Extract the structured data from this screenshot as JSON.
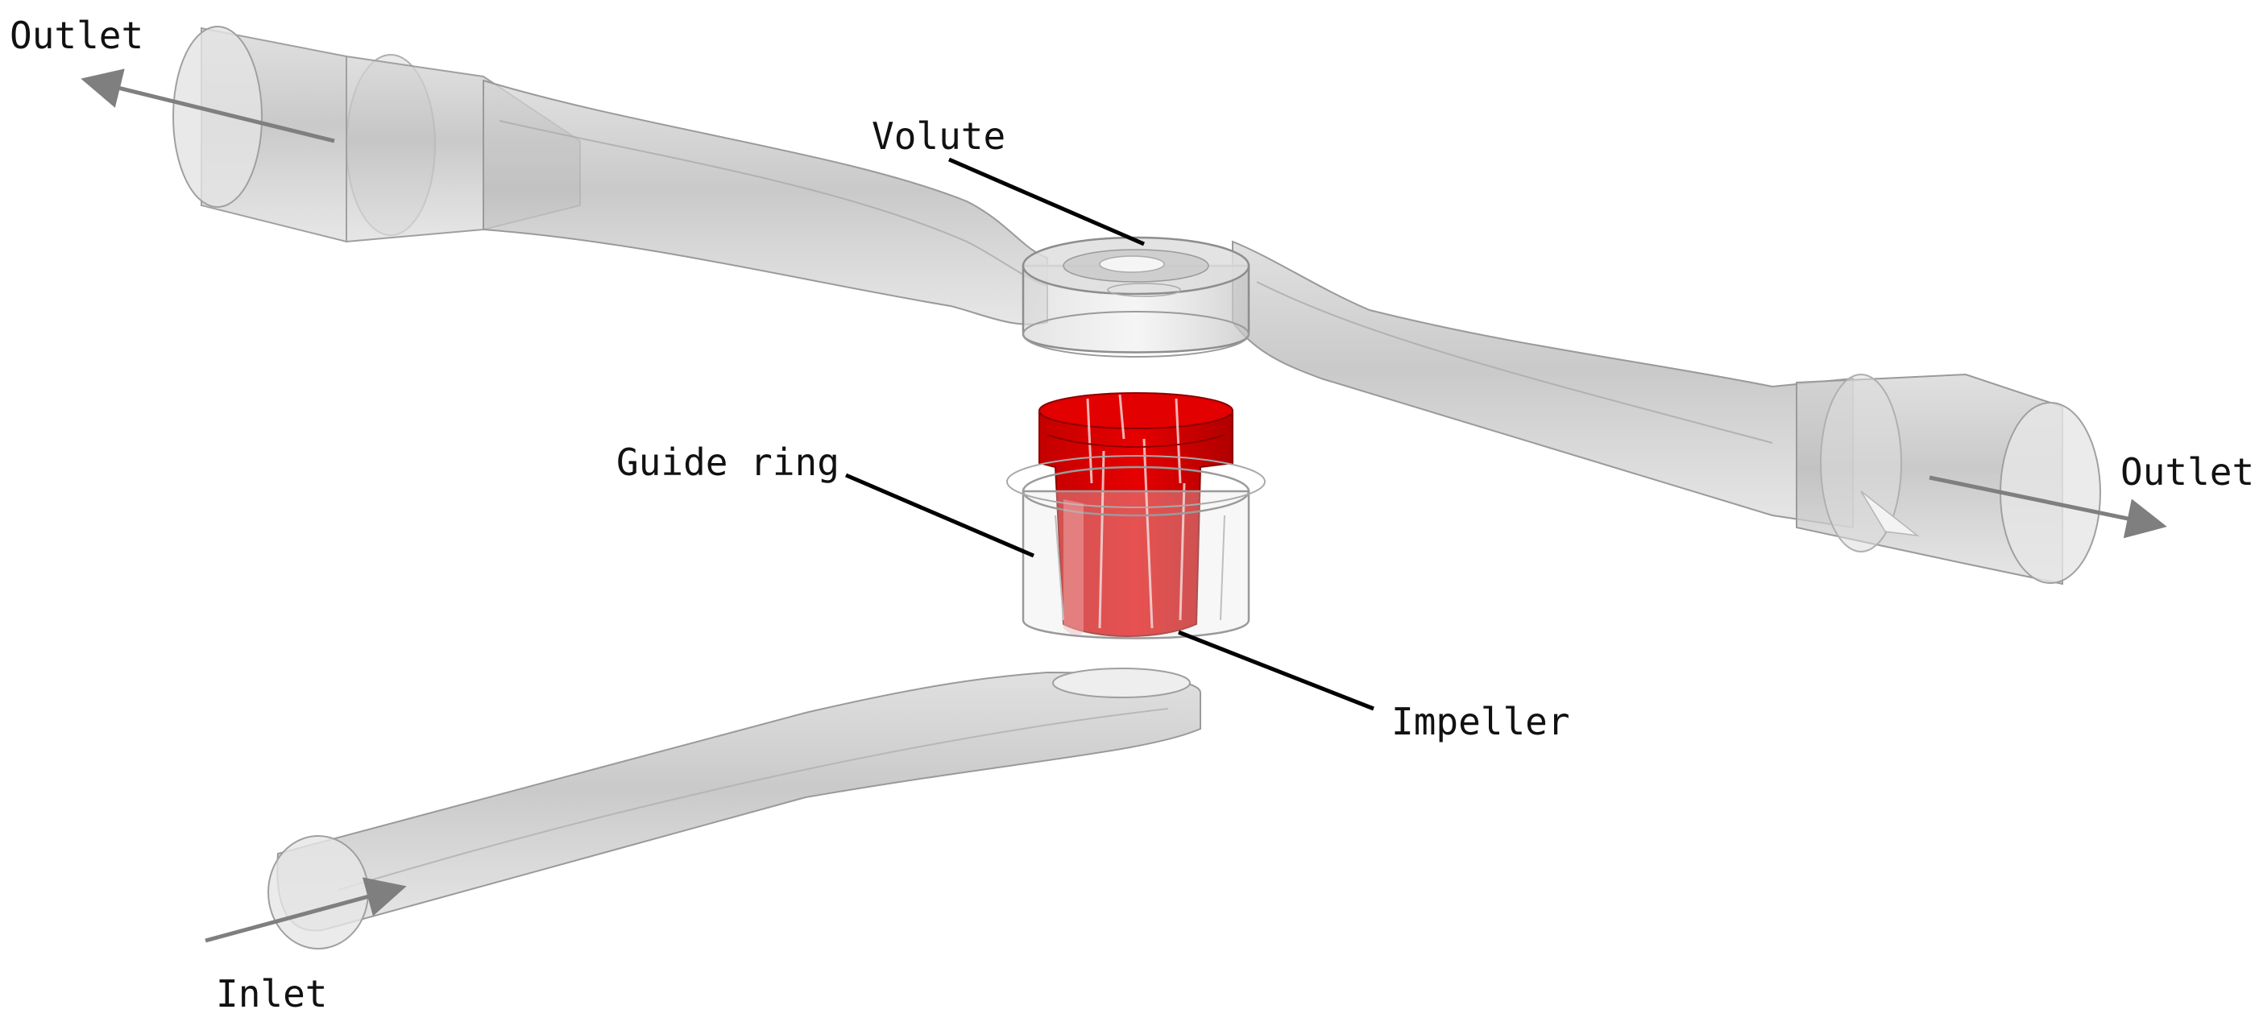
{
  "labels": {
    "outlet_left": "Outlet",
    "outlet_right": "Outlet",
    "volute": "Volute",
    "guide_ring": "Guide ring",
    "impeller": "Impeller",
    "inlet": "Inlet"
  },
  "colors": {
    "background": "#ffffff",
    "pipe_fill": "#c8c8c8",
    "pipe_edge": "#9a9a9a",
    "impeller_red": "#dd0000",
    "impeller_dark": "#a80000",
    "arrow": "#7f7f7f",
    "leader_line": "#000000"
  }
}
